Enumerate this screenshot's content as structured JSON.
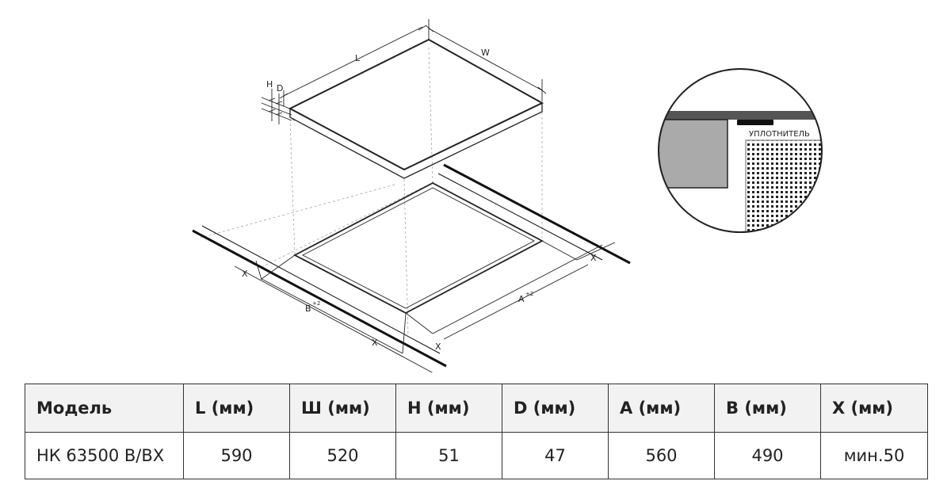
{
  "diagram": {
    "labels": {
      "L": "L",
      "W": "W",
      "H": "H",
      "D": "D",
      "X": "X",
      "A": "A",
      "A_sup": "+2",
      "B": "B",
      "B_sup": "+2"
    },
    "callout_label": "УПЛОТНИТЕЛЬ"
  },
  "table": {
    "headers": [
      "Модель",
      "L (мм)",
      "Ш (мм)",
      "H (мм)",
      "D (мм)",
      "A (мм)",
      "B (мм)",
      "X (мм)"
    ],
    "rows": [
      [
        "НК 63500 B/BX",
        "590",
        "520",
        "51",
        "47",
        "560",
        "490",
        "мин.50"
      ]
    ]
  }
}
